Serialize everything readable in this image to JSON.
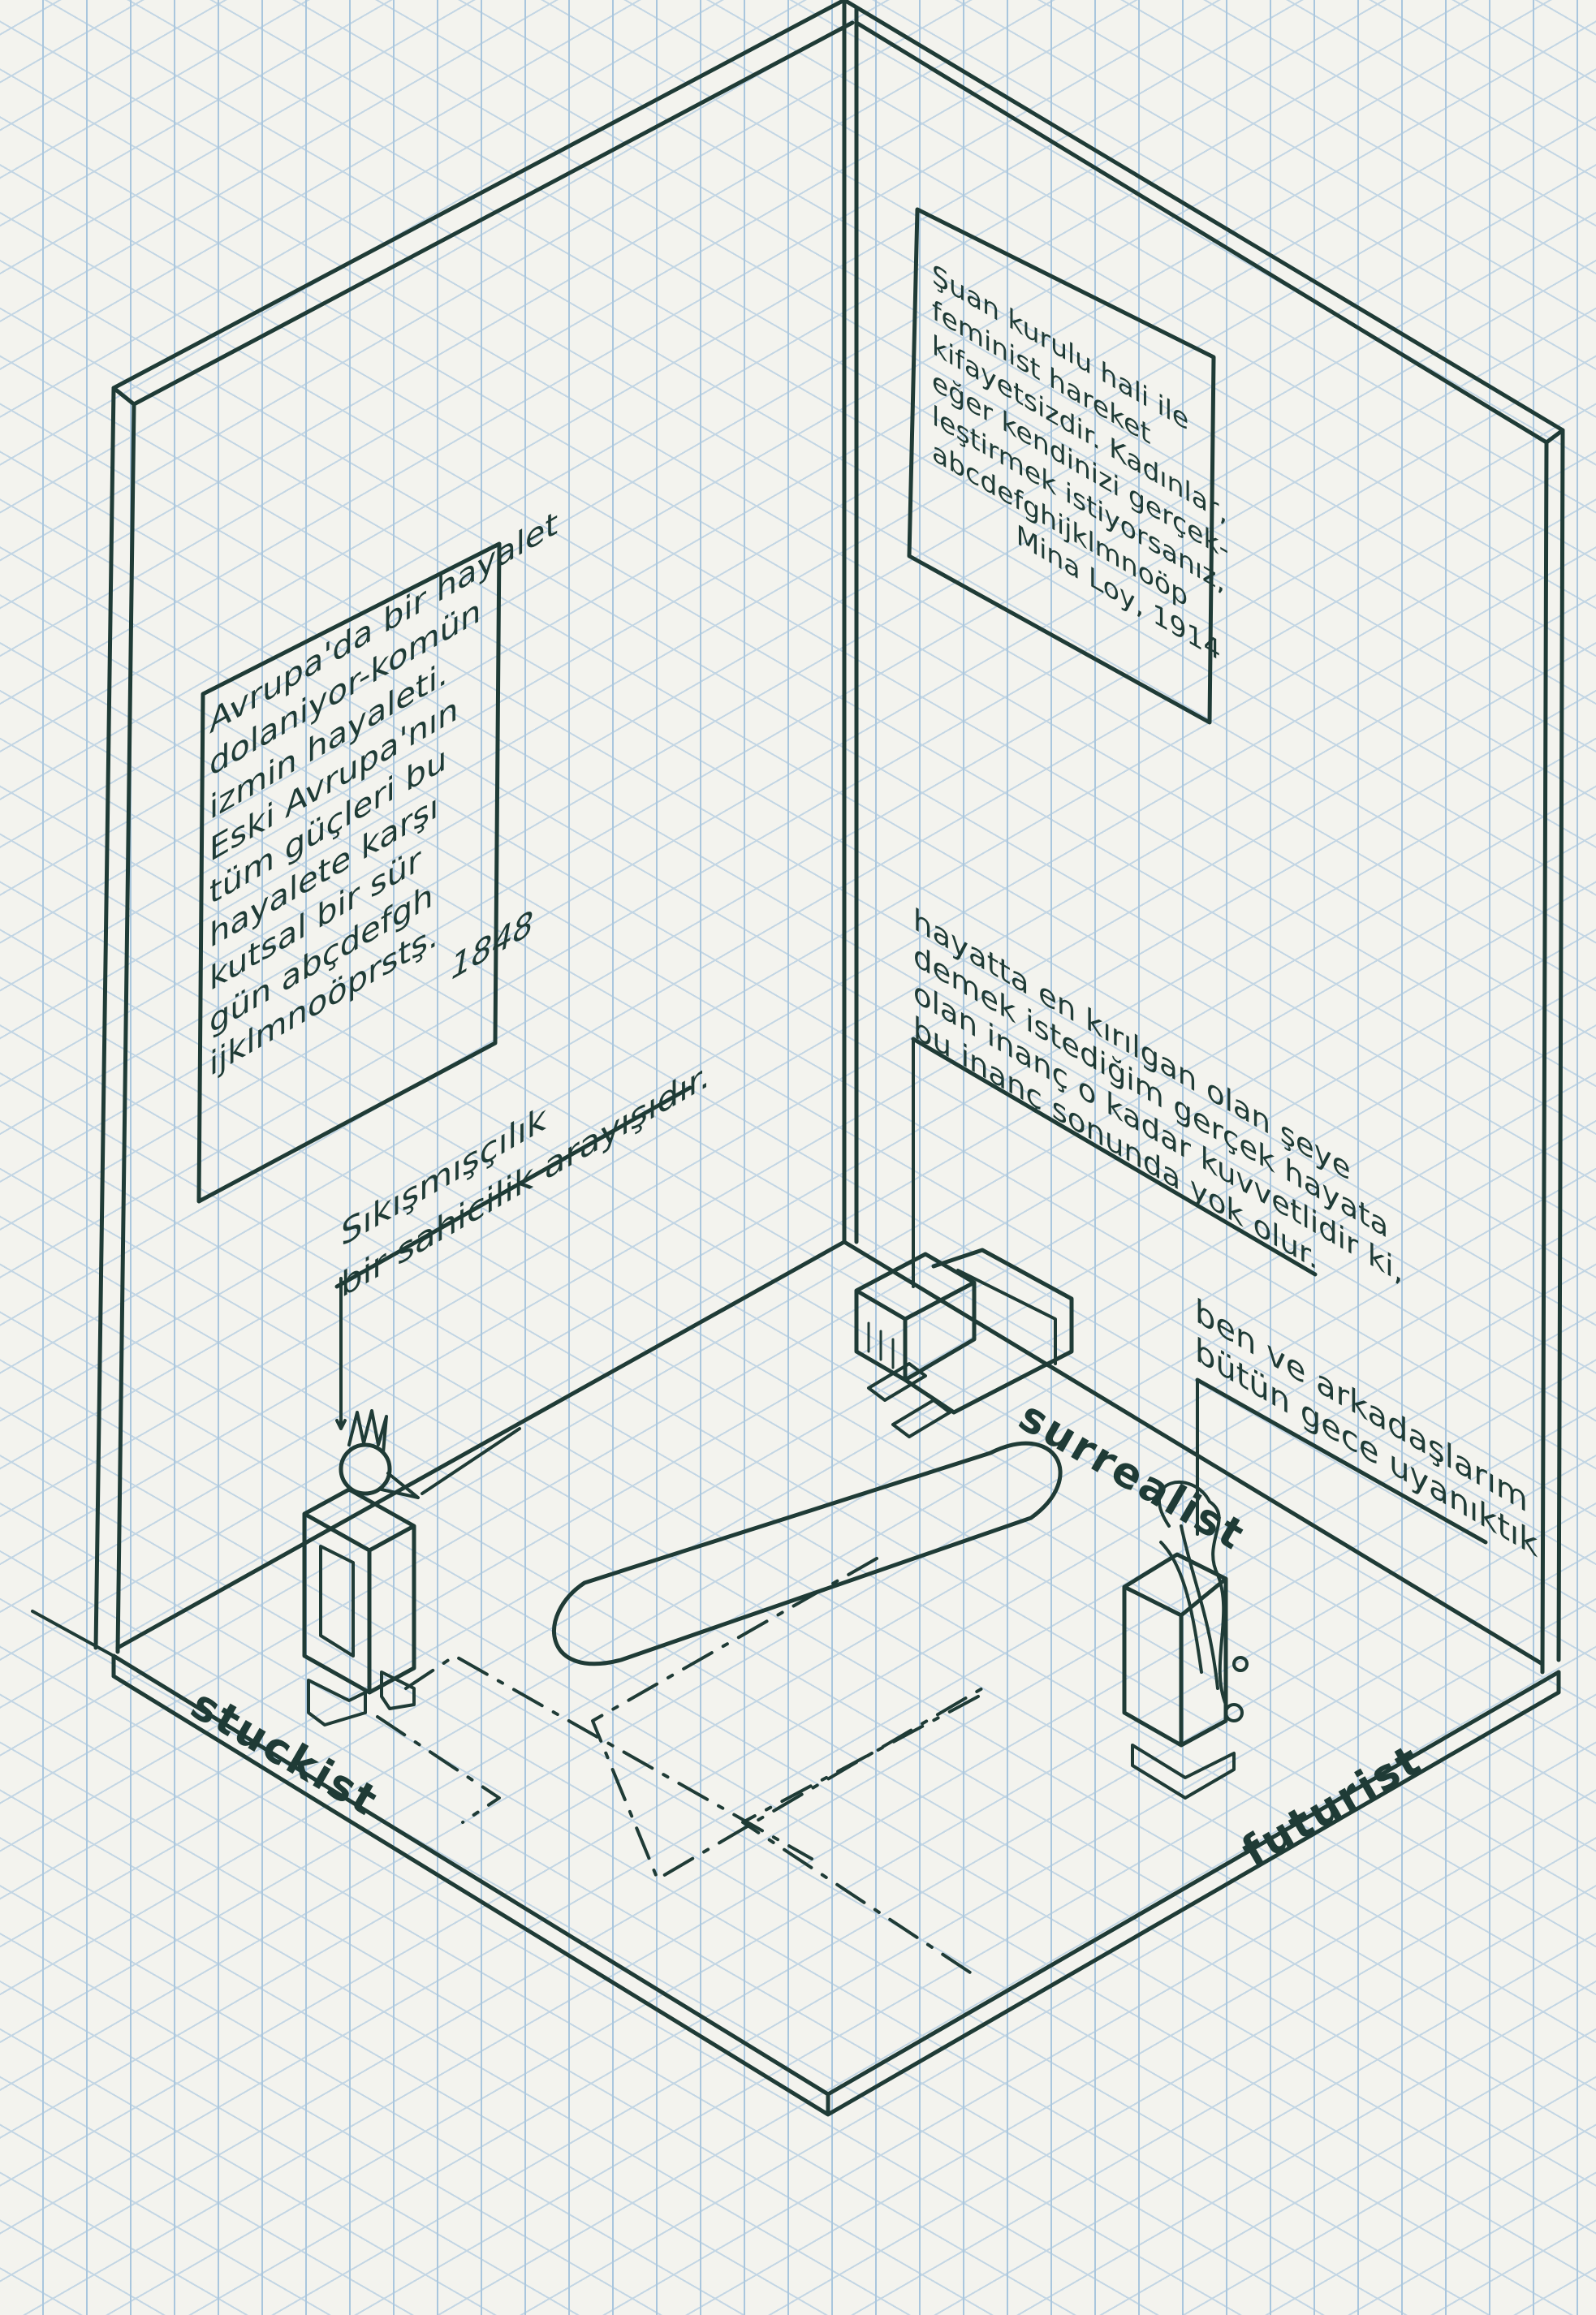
{
  "drawing": {
    "ink_color": "#1f3b36",
    "paper_color": "#f3f3ee",
    "grid_color": "#a9c6dd",
    "left_wall_note": {
      "lines": [
        "Avrupa'da bir hayalet",
        "dolaniyor-komün",
        "izmin hayaleti.",
        "Eski Avrupa'nın",
        "tüm güçleri bu",
        "hayalete karşı",
        "kutsal bir sür",
        "gün abçdefgh",
        "ijklmnoöprstş."
      ],
      "year": "1848"
    },
    "right_wall_note": {
      "lines": [
        "Şuan kurulu hali ile",
        "feminist hareket",
        "kifayetsizdir. Kadınlar,",
        "eğer kendinizi gerçek-",
        "leştirmek istiyorsanız,",
        "abcdefghijklmnoöp"
      ],
      "signature": "Mina Loy, 1914"
    },
    "quote_stuckist": {
      "line1": "Sıkışmışçılık",
      "line2": "bir sahicilik arayışıdır."
    },
    "quote_surrealist": {
      "lines": [
        "hayatta en kırılgan olan şeye",
        "demek istediğim gerçek hayata",
        "olan inanç o kadar kuvvetlidir ki,",
        "bu inanç sonunda yok olur."
      ]
    },
    "quote_futurist": {
      "line1": "ben ve arkadaşlarım",
      "line2": "bütün gece uyanıktık"
    },
    "labels": {
      "stuckist": "stuckist",
      "surrealist": "surrealist",
      "futurist": "futurist"
    }
  }
}
